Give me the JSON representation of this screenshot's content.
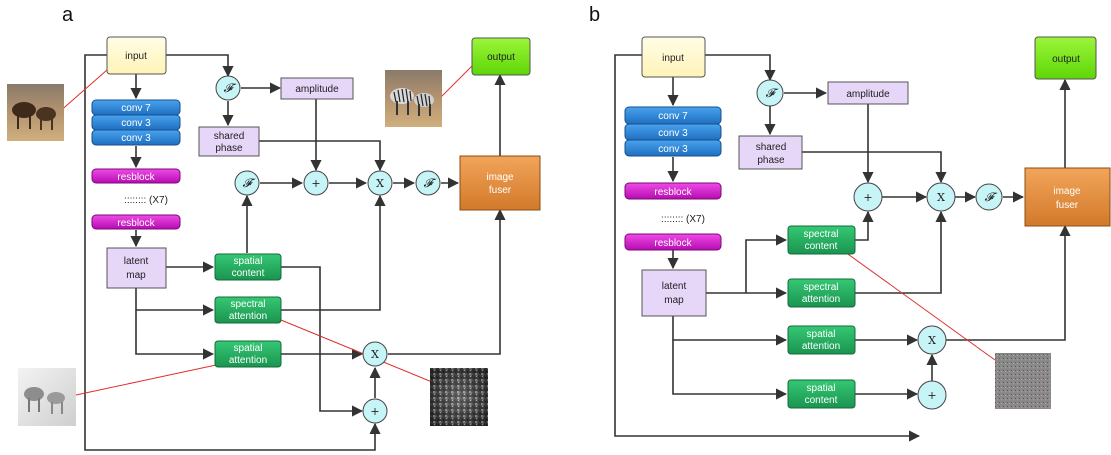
{
  "panels": {
    "a": "a",
    "b": "b"
  },
  "nodes": {
    "input": "input",
    "output": "output",
    "conv7": "conv 7",
    "conv3": "conv 3",
    "resblock": "resblock",
    "repeat": ":::::::: (X7)",
    "latent_map": [
      "latent",
      "map"
    ],
    "amplitude": "amplitude",
    "shared_phase": [
      "shared",
      "phase"
    ],
    "image_fuser": [
      "image",
      "fuser"
    ],
    "spatial_content": [
      "spatial",
      "content"
    ],
    "spectral_attention": [
      "spectral",
      "attention"
    ],
    "spatial_attention": [
      "spatial",
      "attention"
    ],
    "spectral_content": [
      "spectral",
      "content"
    ]
  },
  "operators": {
    "fourier": "𝓕",
    "plus": "+",
    "times": "X"
  },
  "colors": {
    "input_fill": "#fffbd0",
    "output_fill": "#7ef01c",
    "conv_fill": "#2d88d8",
    "resblock_fill": "#d81ad0",
    "lavender": "#e6d6f7",
    "green": "#22b060",
    "fuser": "#e0893c",
    "circle": "#c7f4f7"
  }
}
